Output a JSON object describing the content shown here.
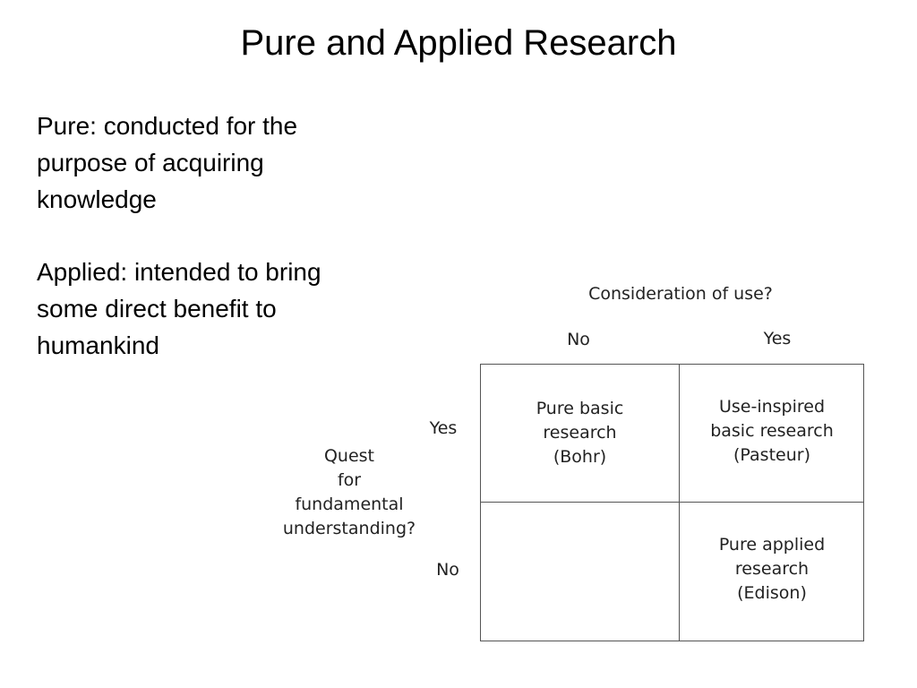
{
  "title": "Pure and Applied Research",
  "definitions": {
    "pure_lines": [
      "Pure: conducted for the",
      "purpose of acquiring",
      "knowledge"
    ],
    "applied_lines": [
      "Applied: intended to bring",
      "some direct benefit to",
      "humankind"
    ]
  },
  "diagram": {
    "column_axis_title": "Consideration of use?",
    "column_no": "No",
    "column_yes": "Yes",
    "row_axis_title_lines": [
      "Quest",
      "for",
      "fundamental",
      "understanding?"
    ],
    "row_yes": "Yes",
    "row_no": "No",
    "cells": {
      "yes_no": [
        "Pure basic",
        "research",
        "(Bohr)"
      ],
      "yes_yes": [
        "Use-inspired",
        "basic research",
        "(Pasteur)"
      ],
      "no_no": [],
      "no_yes": [
        "Pure applied",
        "research",
        "(Edison)"
      ]
    }
  }
}
